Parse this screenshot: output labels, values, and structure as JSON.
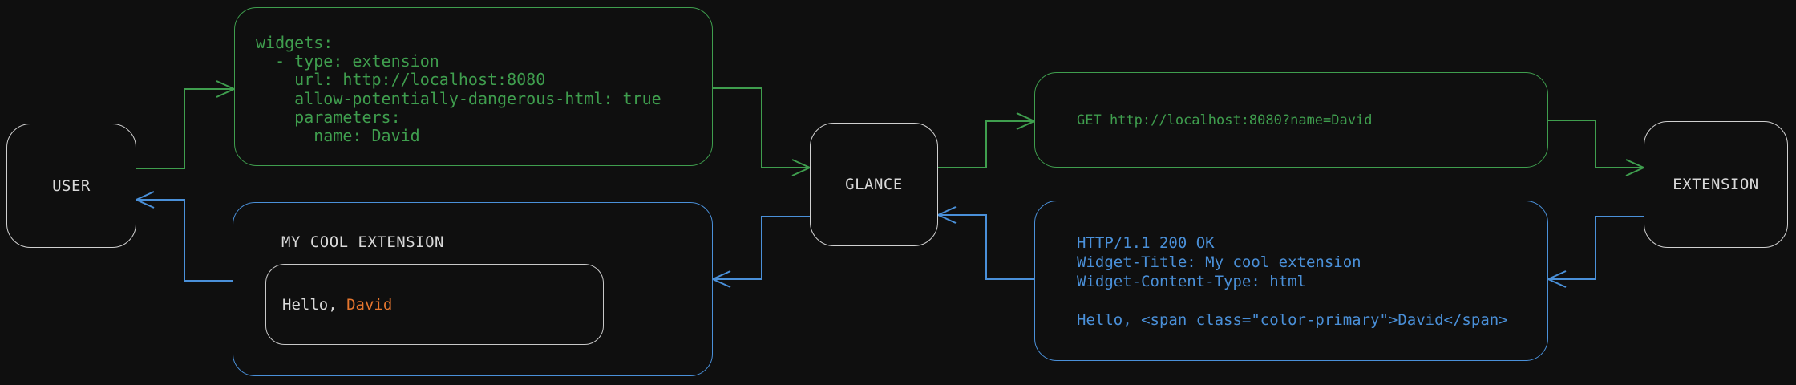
{
  "diagram": {
    "background": "#0f0f0f",
    "colors": {
      "request_flow_green": "#3f9e4e",
      "response_flow_blue": "#4a90d9",
      "accent_orange": "#e5762e",
      "node_border": "#d0d0d0",
      "text_light": "#d9d9d9"
    },
    "nodes": {
      "user": "USER",
      "glance": "GLANCE",
      "extension": "EXTENSION"
    },
    "config_box": {
      "lines": [
        "widgets:",
        "  - type: extension",
        "    url: http://localhost:8080",
        "    allow-potentially-dangerous-html: true",
        "    parameters:",
        "      name: David"
      ]
    },
    "request_box": {
      "text": "GET http://localhost:8080?name=David"
    },
    "response_box": {
      "lines": [
        "HTTP/1.1 200 OK",
        "Widget-Title: My cool extension",
        "Widget-Content-Type: html",
        "",
        "Hello, <span class=\"color-primary\">David</span>"
      ]
    },
    "widget_box": {
      "title": "MY COOL EXTENSION",
      "greeting_prefix": "Hello, ",
      "greeting_name": "David"
    }
  }
}
